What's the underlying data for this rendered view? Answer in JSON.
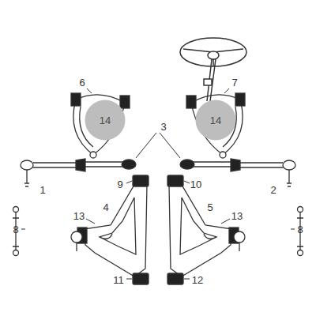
{
  "diagram": {
    "nodes": [
      {
        "text": [
          "14"
        ]
      },
      {
        "text": [
          "14"
        ]
      }
    ],
    "labels": [
      "6",
      "7",
      "3",
      "1",
      "2",
      "9",
      "10",
      "8",
      "4",
      "5",
      "13",
      "13",
      "8",
      "11",
      "12"
    ]
  }
}
